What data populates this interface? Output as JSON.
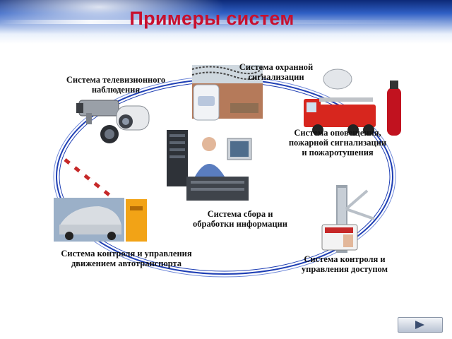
{
  "slide": {
    "title": "Примеры систем"
  },
  "systems": [
    {
      "id": "cctv",
      "label": "Система телевизионного\nнаблюдения"
    },
    {
      "id": "security_alarm",
      "label": "Система охранной\nсигнализации"
    },
    {
      "id": "fire_alarm",
      "label": "Система оповещения,\nпожарной сигнализации\nи пожаротушения"
    },
    {
      "id": "data_processing",
      "label": "Система сбора и\nобработки информации"
    },
    {
      "id": "vehicle_control",
      "label": "Система контроля и управления\nдвижением автотранспорта"
    },
    {
      "id": "access_control",
      "label": "Система контроля и\nуправления доступом"
    }
  ],
  "colors": {
    "title": "#c8102e",
    "ring": "#1f3fb4",
    "header_dark": "#0d2a78"
  },
  "navigation": {
    "next_icon": "next-arrow-icon"
  }
}
